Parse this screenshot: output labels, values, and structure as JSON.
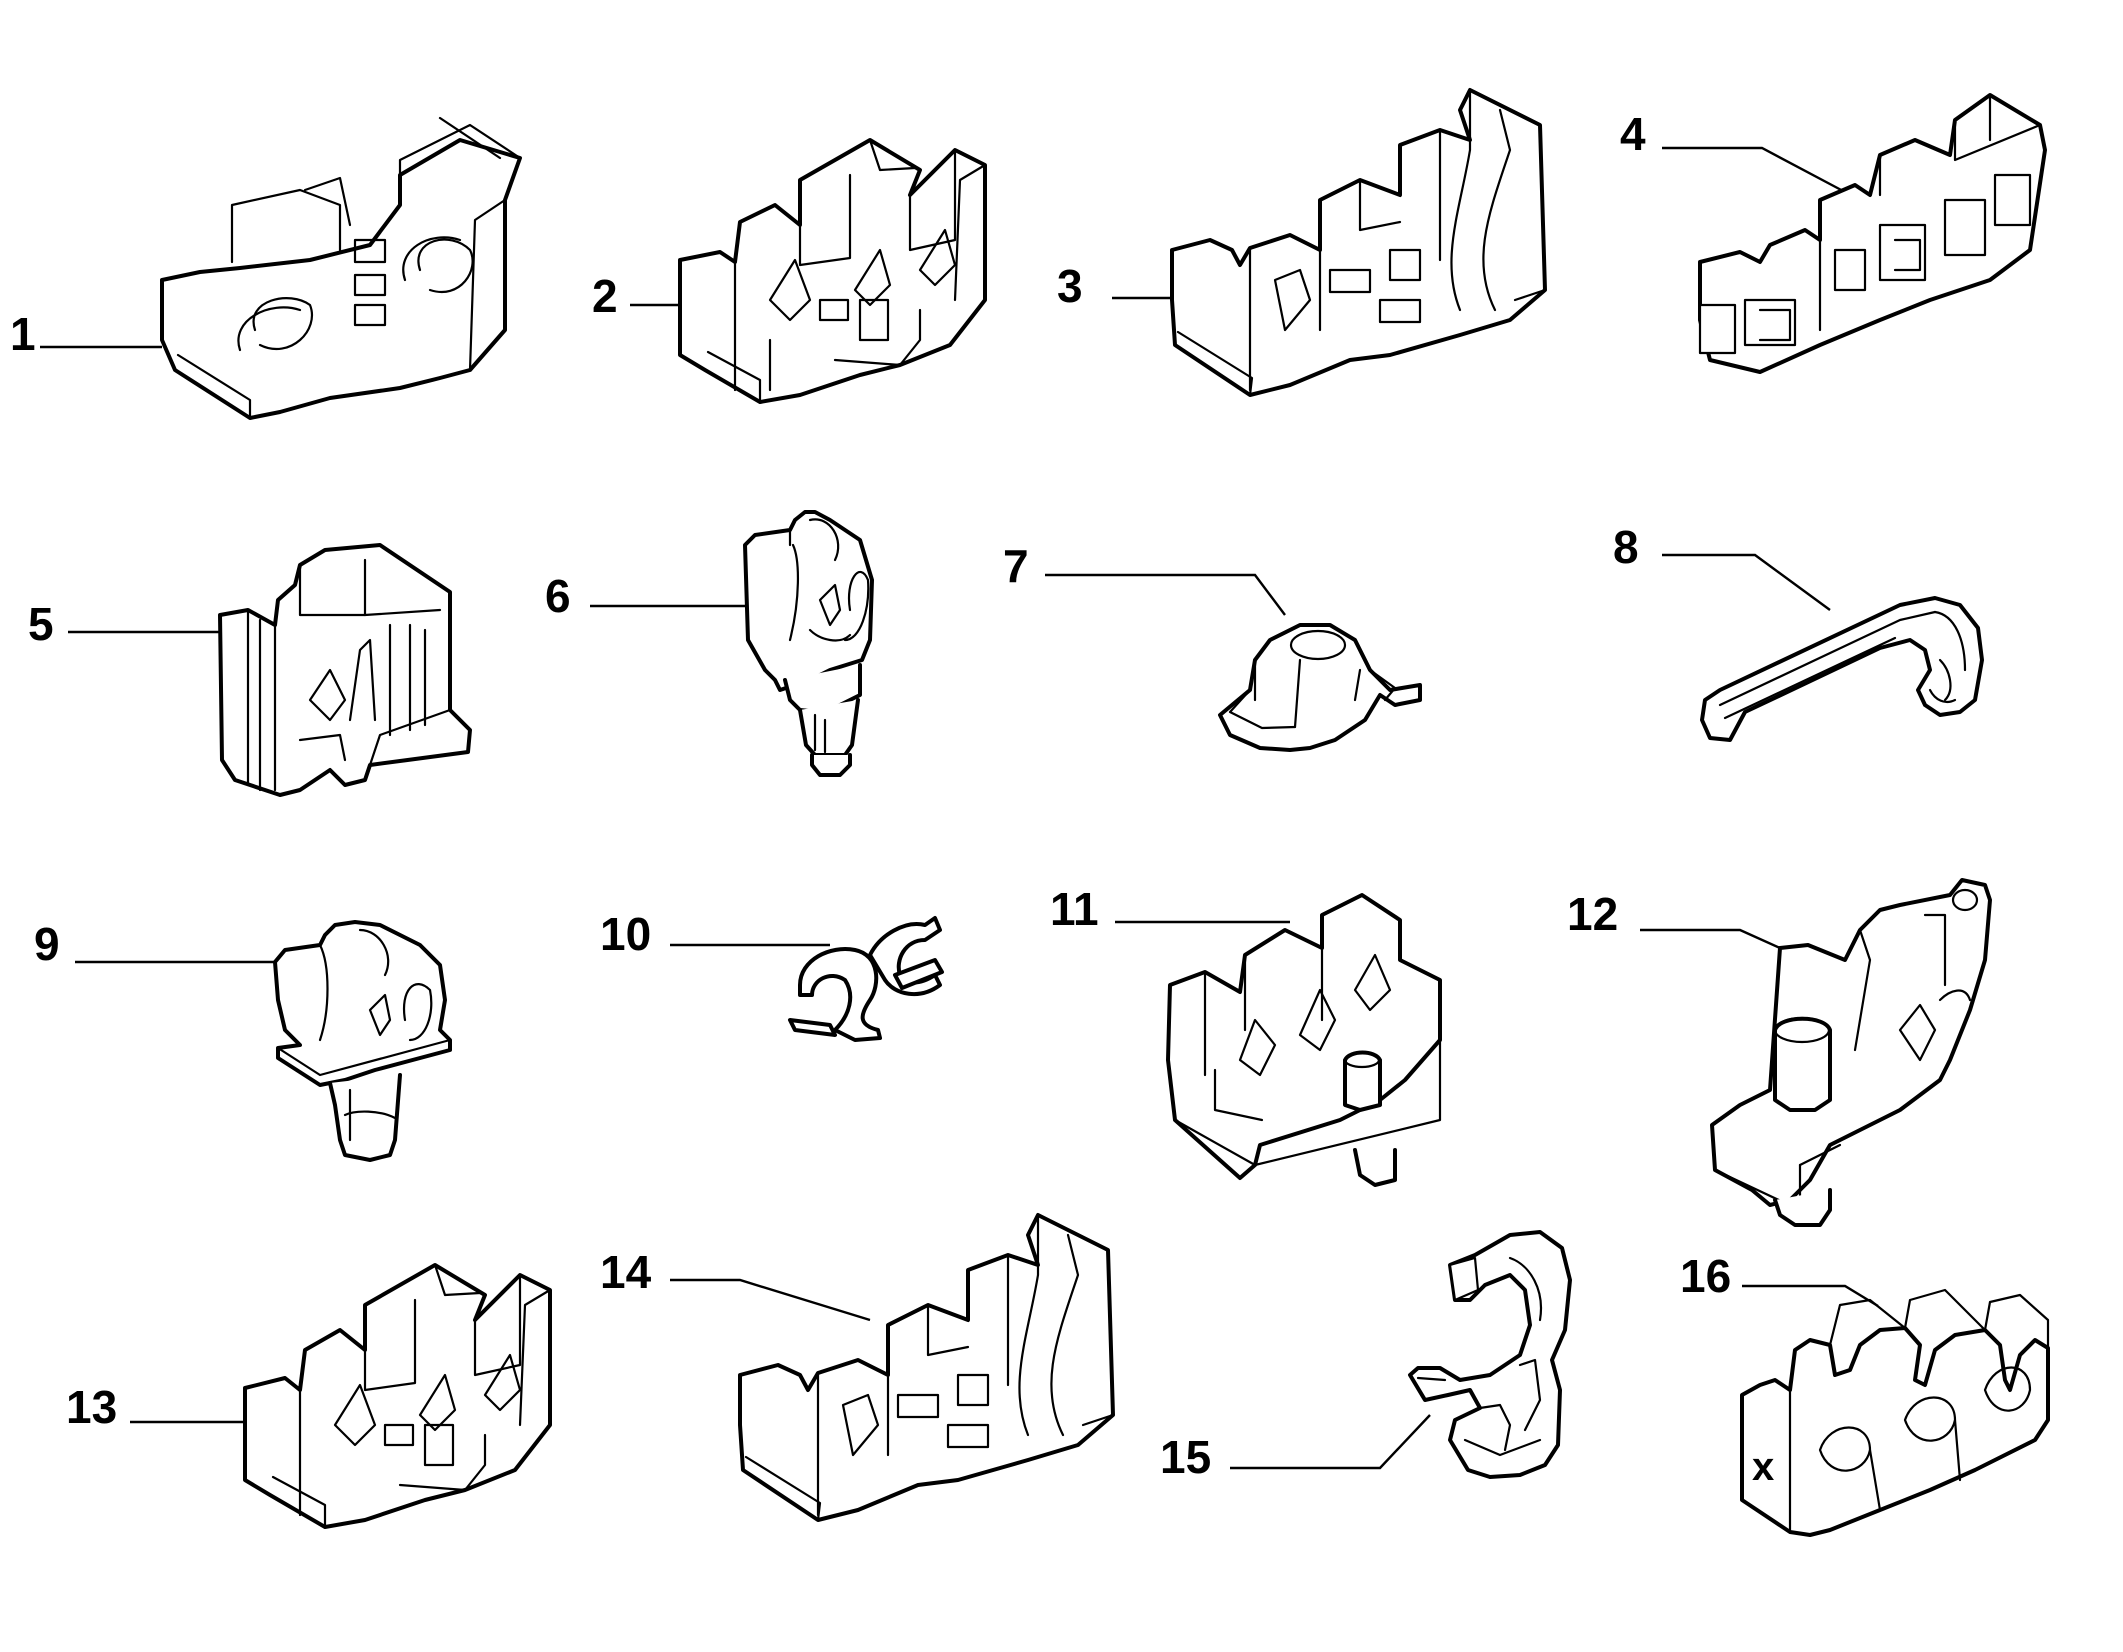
{
  "diagram": {
    "callouts": [
      {
        "id": "1",
        "label": "1"
      },
      {
        "id": "2",
        "label": "2"
      },
      {
        "id": "3",
        "label": "3"
      },
      {
        "id": "4",
        "label": "4"
      },
      {
        "id": "5",
        "label": "5"
      },
      {
        "id": "6",
        "label": "6"
      },
      {
        "id": "7",
        "label": "7"
      },
      {
        "id": "8",
        "label": "8"
      },
      {
        "id": "9",
        "label": "9"
      },
      {
        "id": "10",
        "label": "10"
      },
      {
        "id": "11",
        "label": "11"
      },
      {
        "id": "12",
        "label": "12"
      },
      {
        "id": "13",
        "label": "13"
      },
      {
        "id": "14",
        "label": "14"
      },
      {
        "id": "15",
        "label": "15"
      },
      {
        "id": "16",
        "label": "16"
      }
    ],
    "part_16_mark": "x",
    "colors": {
      "line": "#000000",
      "background": "#ffffff"
    }
  }
}
